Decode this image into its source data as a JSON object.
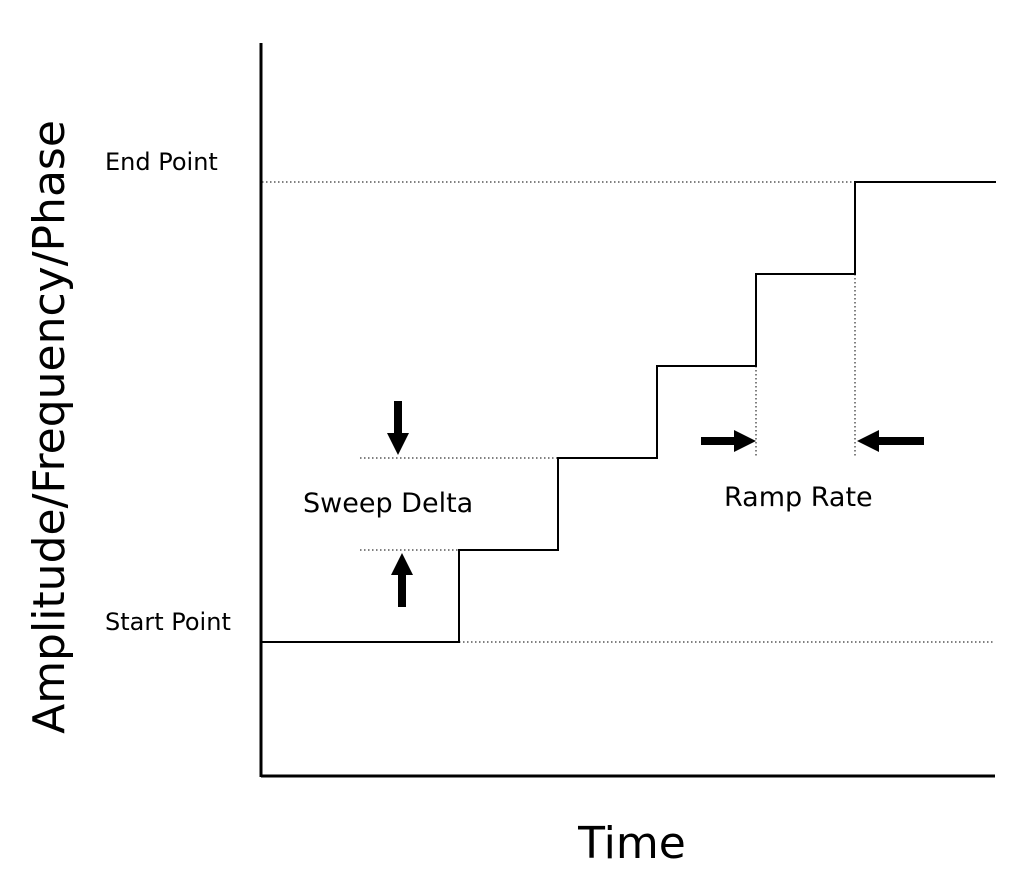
{
  "diagram": {
    "y_axis_label": "Amplitude/Frequency/Phase",
    "x_axis_label": "Time",
    "end_point_label": "End Point",
    "start_point_label": "Start Point",
    "sweep_delta_label": "Sweep Delta",
    "ramp_rate_label": "Ramp Rate"
  },
  "colors": {
    "ink": "#000000",
    "background": "#ffffff"
  }
}
